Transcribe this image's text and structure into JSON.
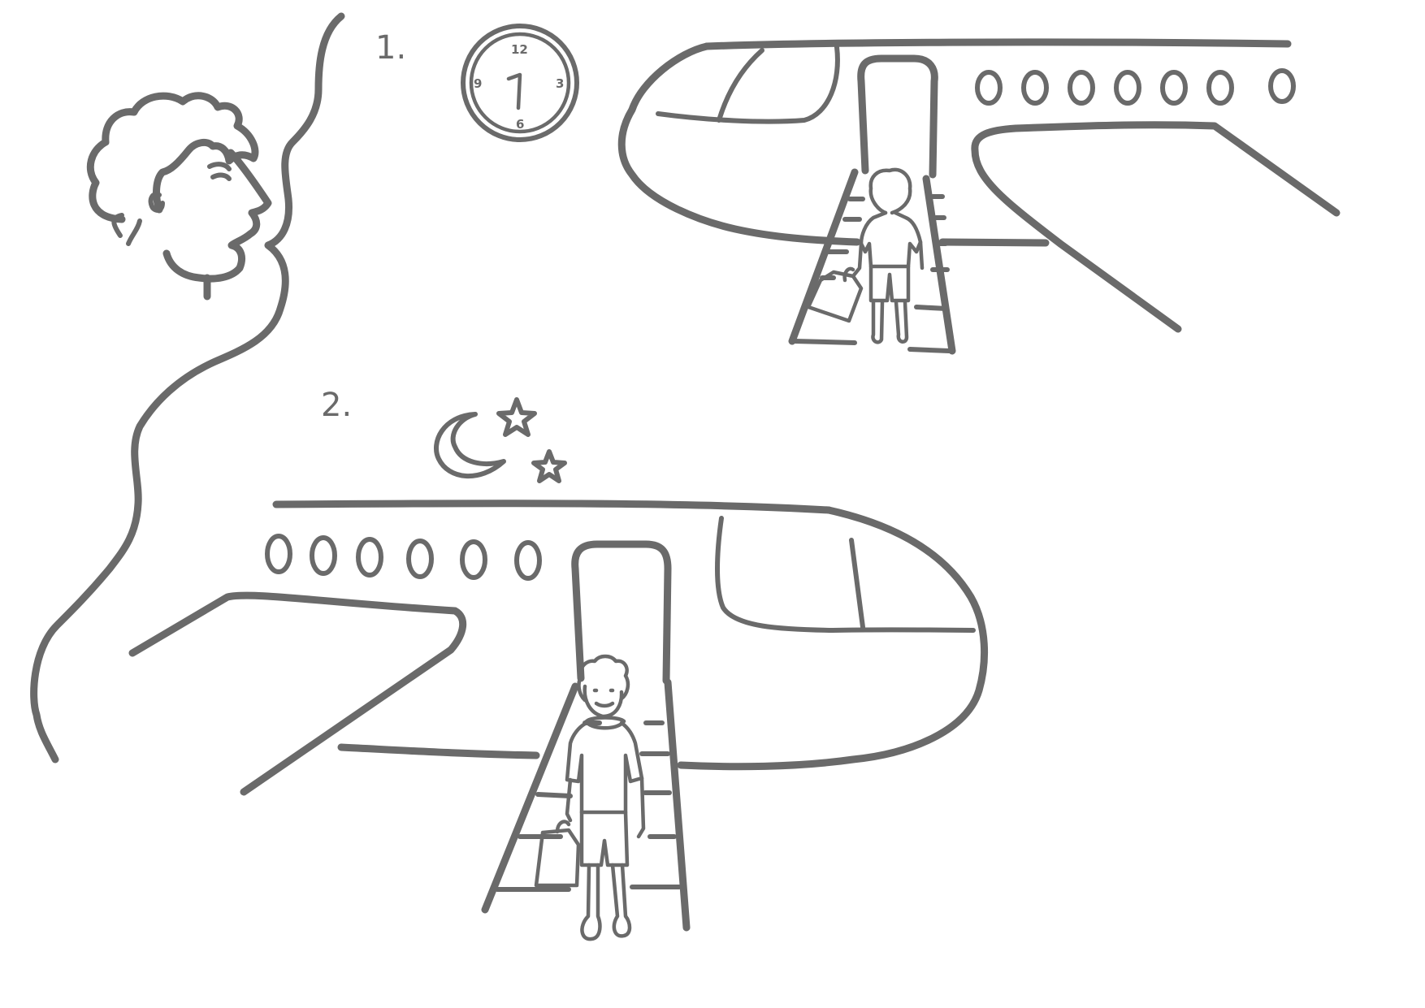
{
  "panels": [
    {
      "label": "1."
    },
    {
      "label": "2."
    }
  ],
  "clock": {
    "numerals": {
      "twelve": "12",
      "three": "3",
      "six": "6",
      "nine": "9"
    }
  },
  "icons": [
    "person-head-icon",
    "thought-line",
    "wall-clock-icon",
    "airplane-icon",
    "crescent-moon-icon",
    "star-icon",
    "stairs-icon",
    "boy-icon",
    "bag-icon"
  ],
  "ink_color": "#6a6a6a",
  "background_color": "#ffffff"
}
